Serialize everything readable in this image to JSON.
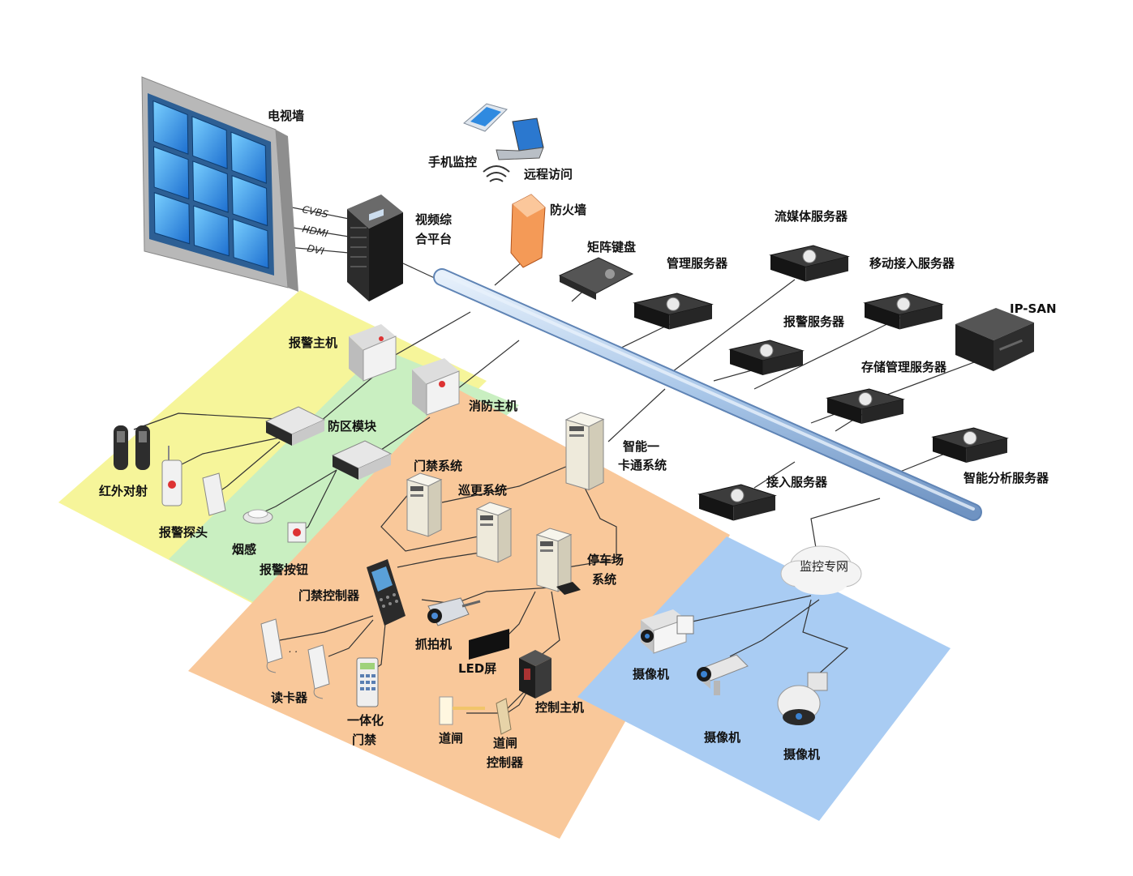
{
  "labels": {
    "video_wall": "电视墙",
    "mobile_monitor": "手机监控",
    "remote_access": "远程访问",
    "firewall": "防火墙",
    "video_platform_l1": "视频综",
    "video_platform_l2": "合平台",
    "matrix_keyboard": "矩阵键盘",
    "mgmt_server": "管理服务器",
    "stream_server": "流媒体服务器",
    "mobile_access_server": "移动接入服务器",
    "ipsan": "IP-SAN",
    "alarm_server": "报警服务器",
    "storage_mgmt_server": "存储管理服务器",
    "alarm_host": "报警主机",
    "fire_host": "消防主机",
    "zone_module": "防区模块",
    "smart_card_l1": "智能一",
    "smart_card_l2": "卡通系统",
    "access_system": "门禁系统",
    "patrol_system": "巡更系统",
    "ir_beam": "红外对射",
    "alarm_probe": "报警探头",
    "smoke": "烟感",
    "alarm_button": "报警按钮",
    "access_controller": "门禁控制器",
    "parking_l1": "停车场",
    "parking_l2": "系统",
    "snapshot": "抓拍机",
    "led": "LED屏",
    "card_reader": "读卡器",
    "all_in_one_l1": "一体化",
    "all_in_one_l2": "门禁",
    "barrier": "道闸",
    "barrier_ctrl_l1": "道闸",
    "barrier_ctrl_l2": "控制器",
    "control_host": "控制主机",
    "access_server": "接入服务器",
    "smart_analysis_server": "智能分析服务器",
    "monitor_net": "监控专网",
    "camera": "摄像机",
    "cvbs": "CVBS",
    "hdmi": "HDMI",
    "dvi": "DVI"
  },
  "colors": {
    "zone_yellow": "#f6f59a",
    "zone_green": "#c9efc1",
    "zone_orange": "#f9c89a",
    "zone_blue": "#a9ccf3",
    "backbone": "#a8c6e8"
  }
}
